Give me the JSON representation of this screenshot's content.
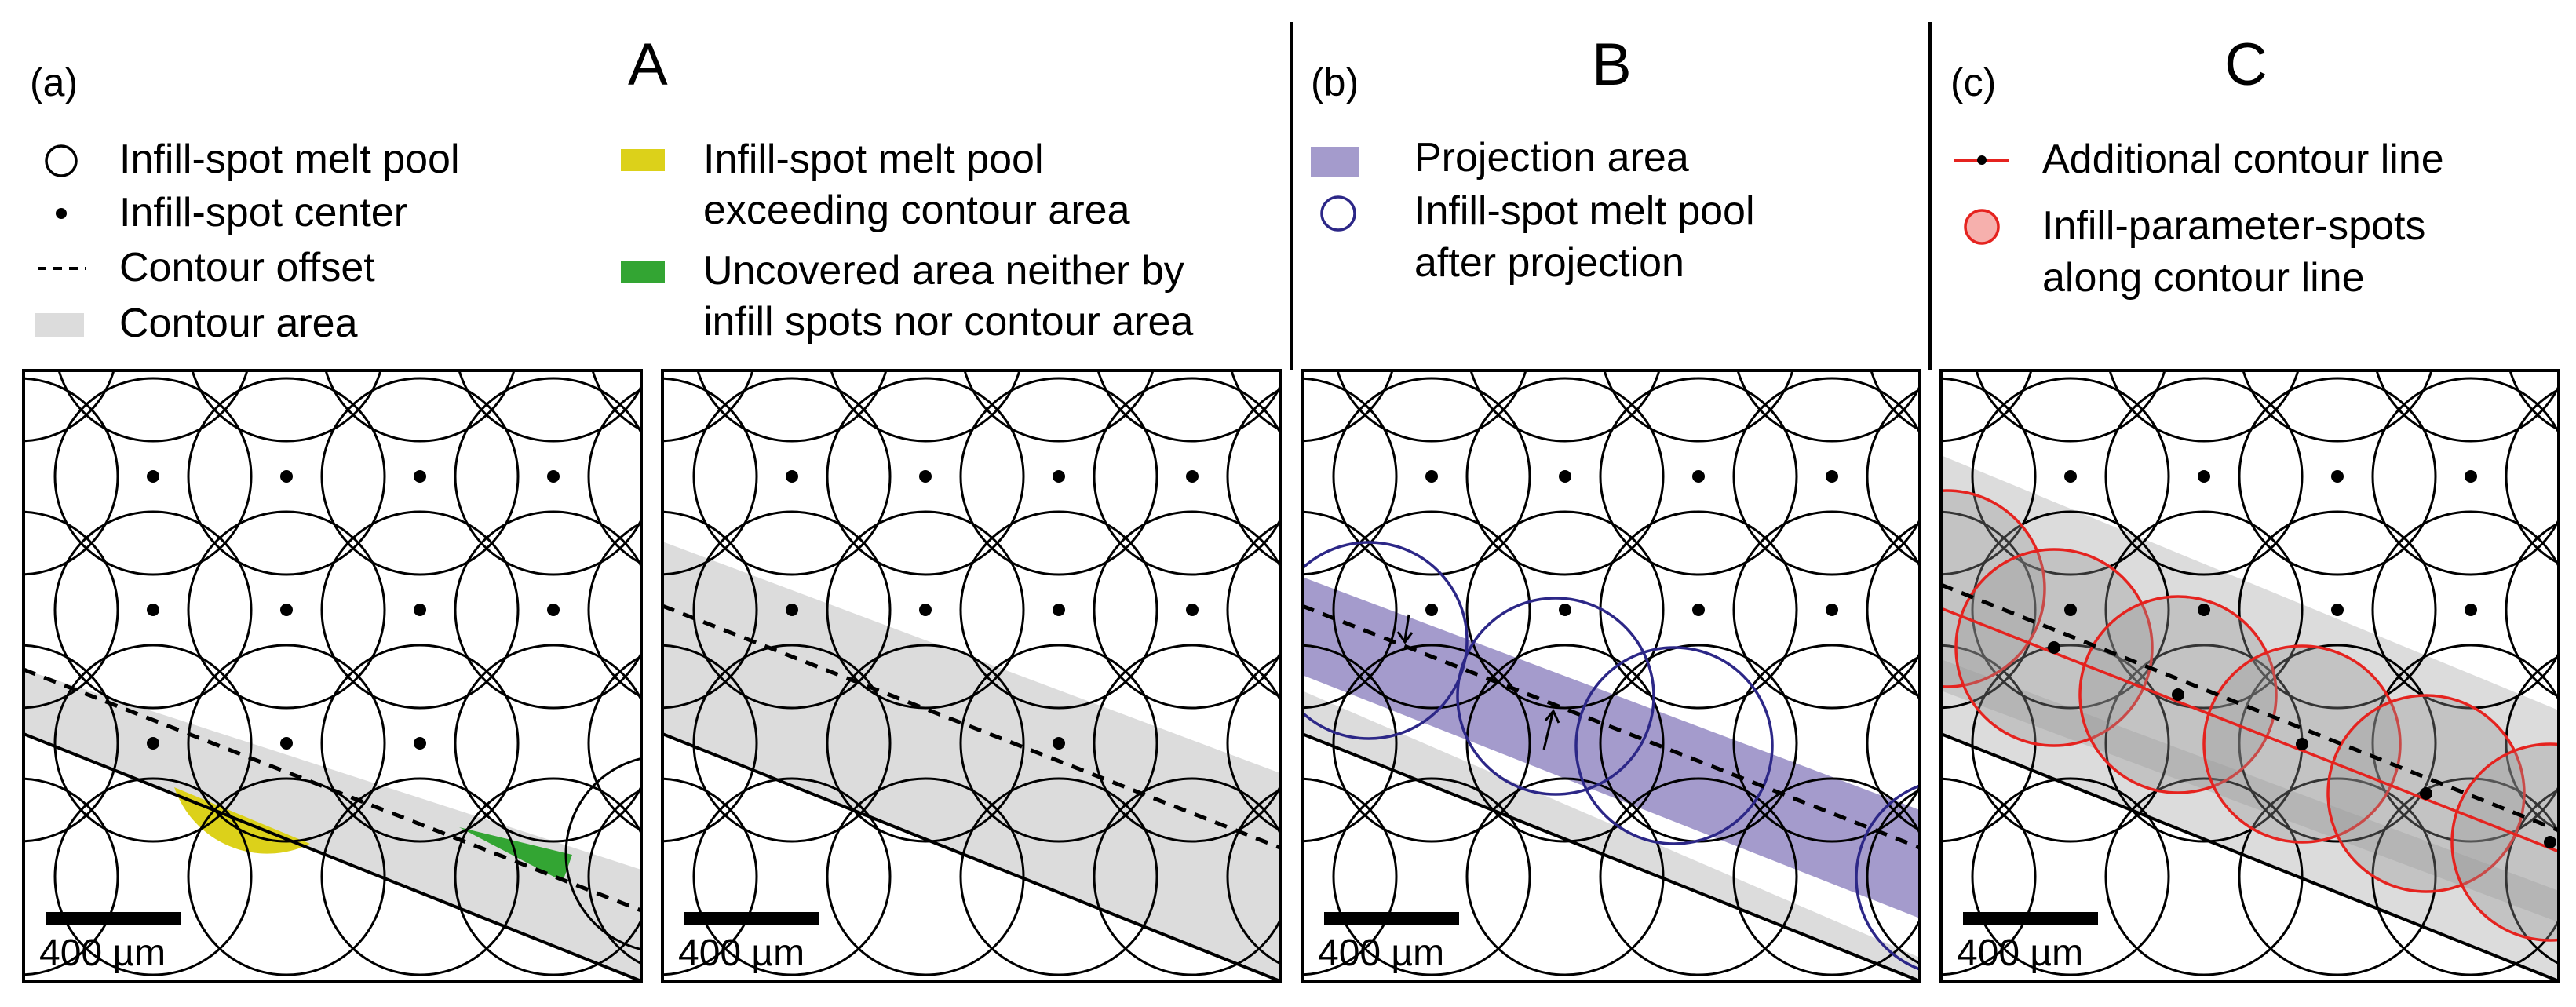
{
  "colors": {
    "contour_area": "#dcdcdc",
    "exceeding": "#dcd11a",
    "uncovered": "#33a533",
    "projection": "#a49bcc",
    "projected_circle": "#2c2787",
    "additional": "#e5231f"
  },
  "sections": [
    {
      "tag": "(a)",
      "letter": "A"
    },
    {
      "tag": "(b)",
      "letter": "B"
    },
    {
      "tag": "(c)",
      "letter": "C"
    }
  ],
  "legend": {
    "melt_pool": "Infill-spot melt pool",
    "spot_center": "Infill-spot center",
    "contour_offset": "Contour offset",
    "contour_area": "Contour area",
    "exceeding_1": "Infill-spot melt pool",
    "exceeding_2": "exceeding contour area",
    "uncovered_1": "Uncovered area neither by",
    "uncovered_2": "infill spots nor contour area",
    "projection_area": "Projection area",
    "after_projection_1": "Infill-spot melt pool",
    "after_projection_2": "after projection",
    "additional_line": "Additional contour line",
    "param_spots_1": "Infill-parameter-spots",
    "param_spots_2": "along contour line"
  },
  "scale_bar": "400 µm"
}
